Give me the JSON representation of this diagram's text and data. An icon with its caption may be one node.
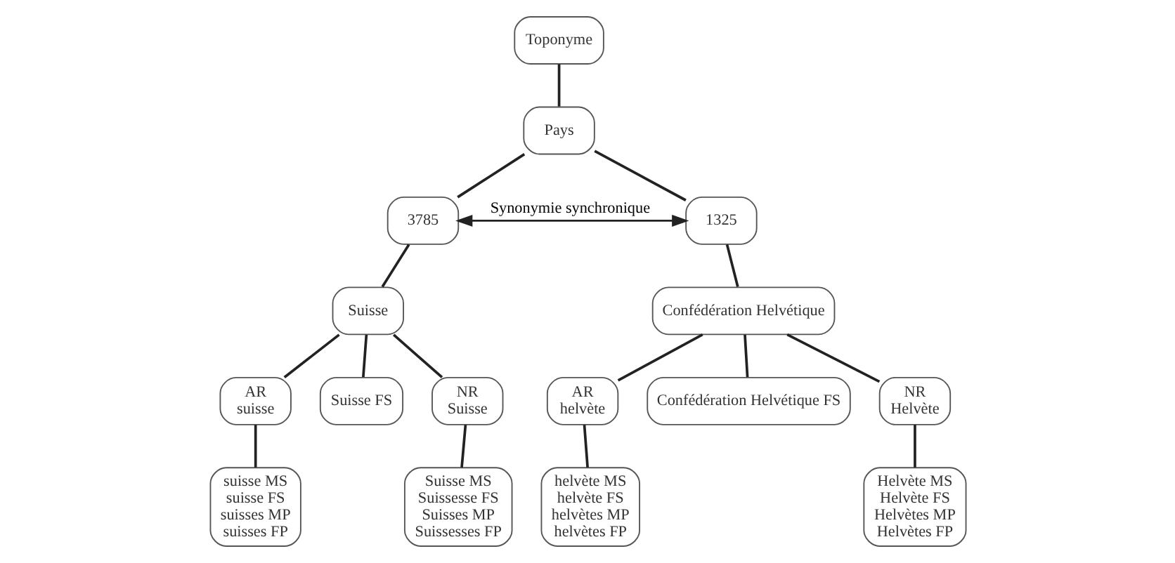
{
  "diagram": {
    "nodes": [
      {
        "text": [
          "Toponyme"
        ]
      },
      {
        "text": [
          "Pays"
        ]
      },
      {
        "text": [
          "3785"
        ]
      },
      {
        "text": [
          "1325"
        ]
      },
      {
        "text": [
          "Suisse"
        ]
      },
      {
        "text": [
          "Confédération Helvétique"
        ]
      },
      {
        "text": [
          "AR",
          "suisse"
        ]
      },
      {
        "text": [
          "Suisse FS"
        ]
      },
      {
        "text": [
          "NR",
          "Suisse"
        ]
      },
      {
        "text": [
          "AR",
          "helvète"
        ]
      },
      {
        "text": [
          "Confédération Helvétique FS"
        ]
      },
      {
        "text": [
          "NR",
          "Helvète"
        ]
      },
      {
        "text": [
          "suisse MS",
          "suisse FS",
          "suisses MP",
          "suisses FP"
        ]
      },
      {
        "text": [
          "Suisse MS",
          "Suissesse FS",
          "Suisses MP",
          "Suissesses FP"
        ]
      },
      {
        "text": [
          "helvète MS",
          "helvète FS",
          "helvètes MP",
          "helvètes FP"
        ]
      },
      {
        "text": [
          "Helvète MS",
          "Helvète FS",
          "Helvètes MP",
          "Helvètes FP"
        ]
      }
    ],
    "edges": [
      {
        "from": 0,
        "to": 1,
        "arrow": "none"
      },
      {
        "from": 1,
        "to": 2,
        "arrow": "none"
      },
      {
        "from": 1,
        "to": 3,
        "arrow": "none"
      },
      {
        "from": 2,
        "to": 3,
        "arrow": "both",
        "label": "Synonymie synchronique"
      },
      {
        "from": 2,
        "to": 4,
        "arrow": "none"
      },
      {
        "from": 3,
        "to": 5,
        "arrow": "none"
      },
      {
        "from": 4,
        "to": 6,
        "arrow": "none"
      },
      {
        "from": 4,
        "to": 7,
        "arrow": "none"
      },
      {
        "from": 4,
        "to": 8,
        "arrow": "none"
      },
      {
        "from": 5,
        "to": 9,
        "arrow": "none"
      },
      {
        "from": 5,
        "to": 10,
        "arrow": "none"
      },
      {
        "from": 5,
        "to": 11,
        "arrow": "none"
      },
      {
        "from": 6,
        "to": 12,
        "arrow": "none"
      },
      {
        "from": 8,
        "to": 13,
        "arrow": "none"
      },
      {
        "from": 9,
        "to": 14,
        "arrow": "none"
      },
      {
        "from": 11,
        "to": 15,
        "arrow": "none"
      }
    ]
  }
}
